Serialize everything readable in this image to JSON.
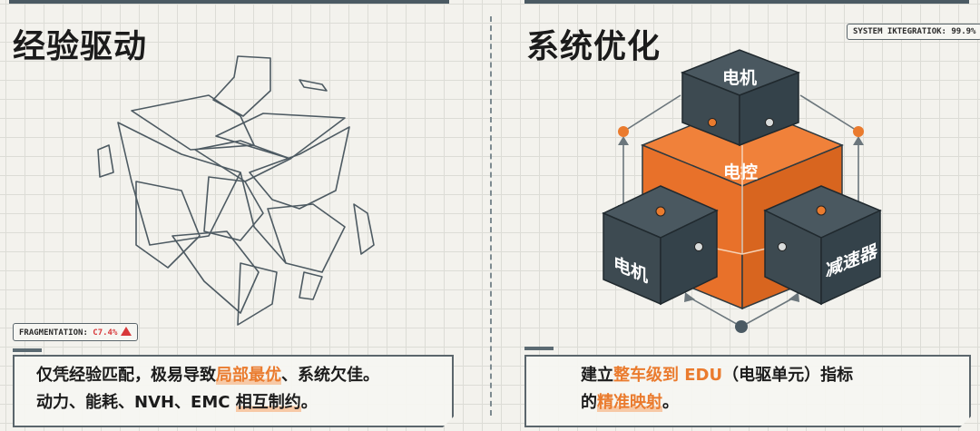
{
  "left": {
    "title": "经验驱动",
    "tag_label": "FRAGMENTATION: ",
    "tag_value": "C7.4%",
    "tag_icon": "warning-triangle-icon",
    "text_line1_a": "仅凭经验匹配，极易导致",
    "text_line1_hl": "局部最优",
    "text_line1_b": "、系统欠佳。",
    "text_line2_a": "动力、能耗、NVH、EMC ",
    "text_line2_hl": "相互制约",
    "text_line2_b": "。"
  },
  "right": {
    "title": "系统优化",
    "tag": "SYSTEM IKTEGRATIOK: 99.9%",
    "text_line1_a": "建立",
    "text_line1_hl": "整车级到 EDU",
    "text_line1_b": "（电驱单元）指标",
    "text_line2_a": "的",
    "text_line2_hl": "精准映射",
    "text_line2_b": "。",
    "diagram": {
      "center": "电控",
      "top": "电机",
      "left": "电机",
      "right": "减速器"
    }
  },
  "colors": {
    "accent": "#ea7b2e",
    "dark_box": "#3f4b52",
    "background": "#f3f2ed"
  }
}
